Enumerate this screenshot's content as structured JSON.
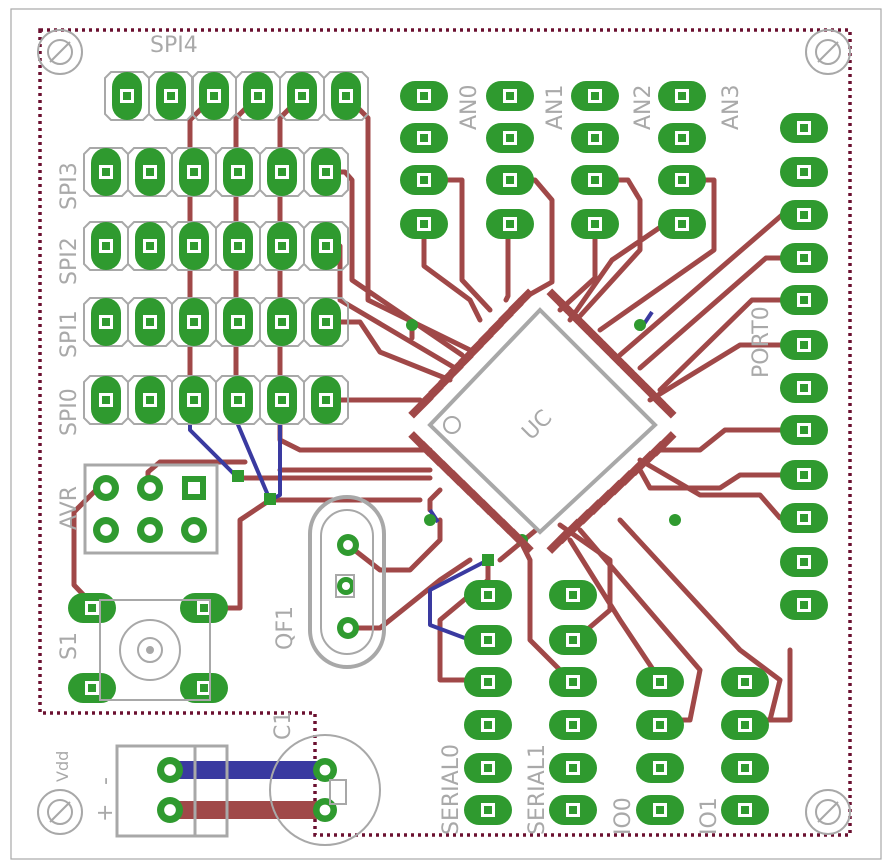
{
  "labels": {
    "spi4": "SPI4",
    "spi3": "SPI3",
    "spi2": "SPI2",
    "spi1": "SPI1",
    "spi0": "SPI0",
    "an0": "AN0",
    "an1": "AN1",
    "an2": "AN2",
    "an3": "AN3",
    "port0": "PORT0",
    "uc": "UC",
    "avr": "AVR",
    "s1": "S1",
    "qf1": "QF1",
    "c1": "C1",
    "vdd": "Vdd",
    "minus": "-",
    "plus": "+",
    "serial0": "SERIAL0",
    "serial1": "SERIAL1",
    "io0": "IO0",
    "io1": "IO1"
  },
  "colors": {
    "trace_top": "#a04848",
    "trace_bottom": "#3a3aa0",
    "pad": "#2f9a2f",
    "silk": "#a8a8a8",
    "outline": "#6b1030"
  }
}
